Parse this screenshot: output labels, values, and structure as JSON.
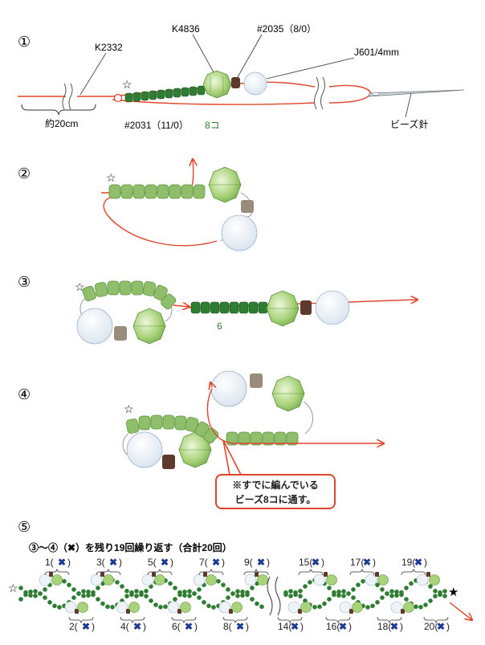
{
  "colors": {
    "thread": "#e0452a",
    "seed_bead": "#2f7d33",
    "seed_bead_light": "#8fbf6a",
    "round_bead": "#e9eef3",
    "crystal": "#a9d37a",
    "spacer": "#5e3a2c",
    "spacer_light": "#9a8c7c",
    "cross_badge": "#1c3d8f"
  },
  "steps": [
    "①",
    "②",
    "③",
    "④",
    "⑤"
  ],
  "step1": {
    "label_k2332": "K2332",
    "label_k4836": "K4836",
    "label_2035": "#2035（8/0）",
    "label_j601": "J601/4mm",
    "label_length": "約20cm",
    "label_2031": "#2031（11/0）",
    "label_count": "8コ",
    "label_needle": "ビーズ針",
    "star": "☆"
  },
  "step2": {
    "star": "☆"
  },
  "step3": {
    "star": "☆",
    "count": "6"
  },
  "step4": {
    "star": "☆",
    "callout_line1": "※すでに編んでいる",
    "callout_line2": "ビーズ8コに通す。"
  },
  "step5": {
    "instruction": "③〜④（✖）を残り19回繰り返す（合計20回）",
    "cross": "✖",
    "start_star": "☆",
    "end_star": "★",
    "top_labels": [
      "1",
      "3",
      "5",
      "7",
      "9",
      "15",
      "17",
      "19"
    ],
    "bottom_labels": [
      "2",
      "4",
      "6",
      "8",
      "14",
      "16",
      "18",
      "20"
    ]
  }
}
